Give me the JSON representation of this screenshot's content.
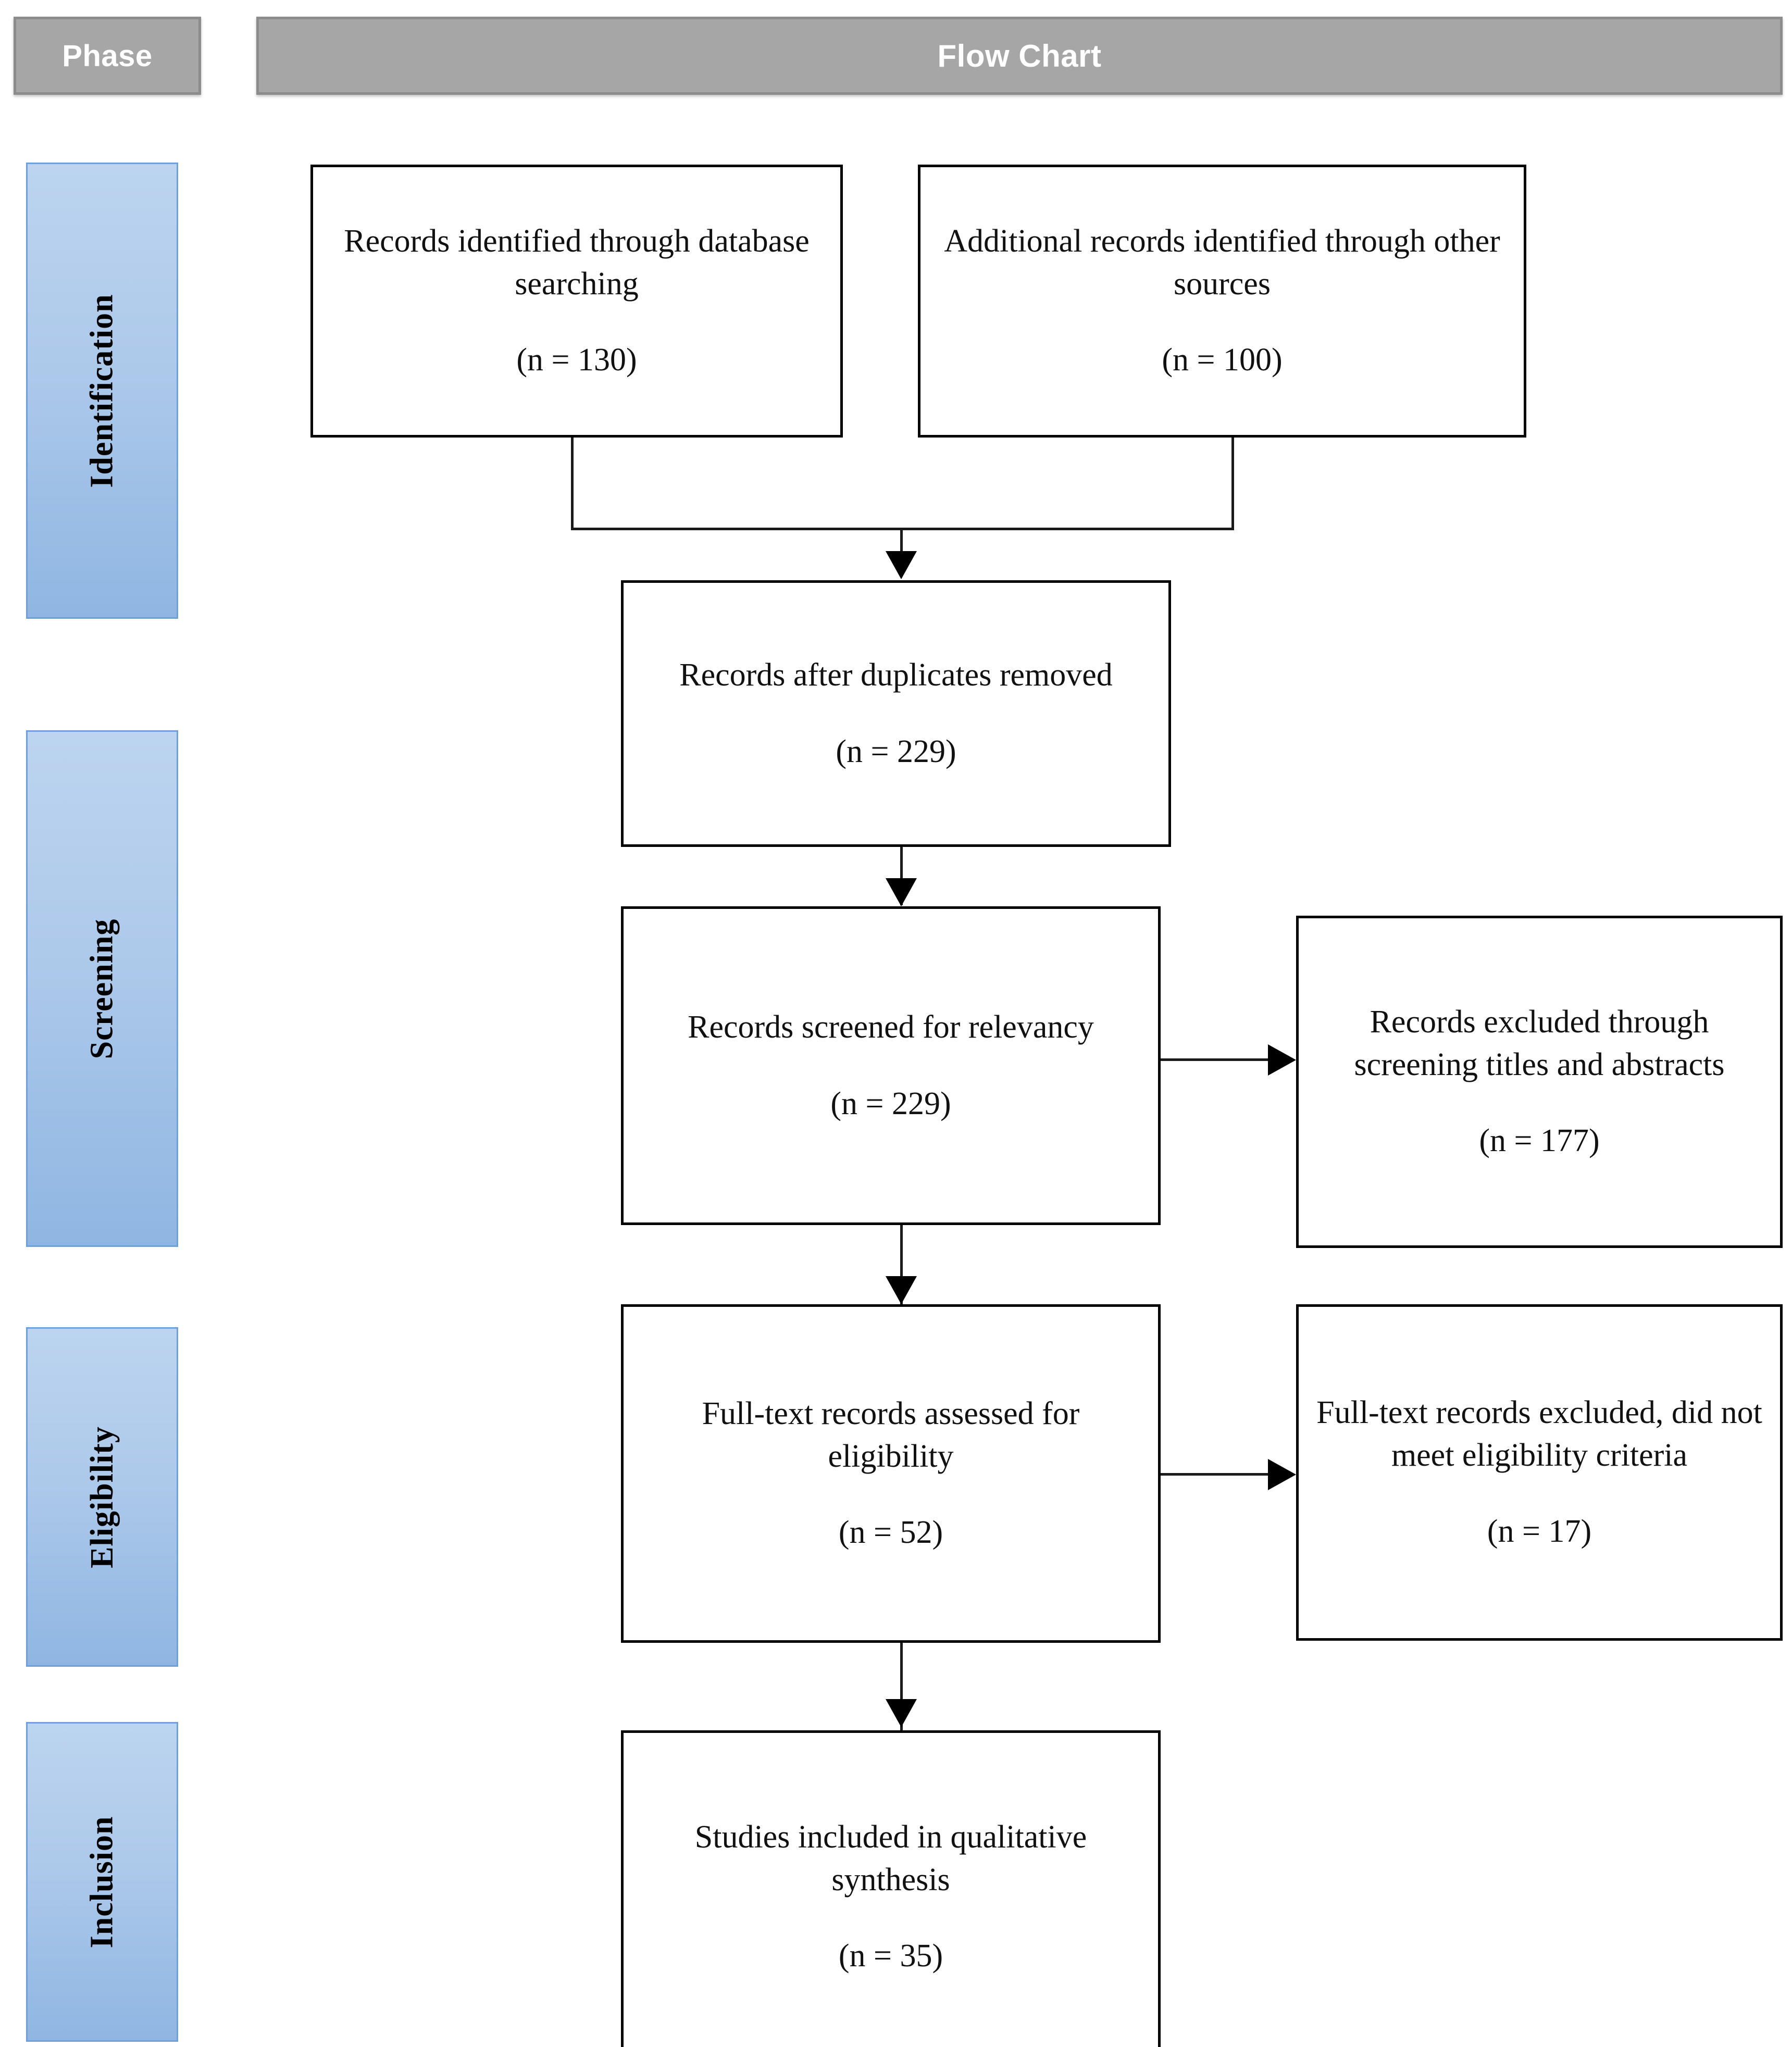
{
  "header": {
    "phase_label": "Phase",
    "flow_label": "Flow Chart"
  },
  "phases": [
    {
      "label": "Identification"
    },
    {
      "label": "Screening"
    },
    {
      "label": "Eligibility"
    },
    {
      "label": "Inclusion"
    }
  ],
  "boxes": {
    "db_search": {
      "title": "Records identified through database searching",
      "count": "(n = 130)"
    },
    "other_sources": {
      "title": "Additional records identified through other sources",
      "count": "(n = 100)"
    },
    "after_dupes": {
      "title": "Records after duplicates removed",
      "count": "(n = 229)"
    },
    "screened": {
      "title": "Records screened for relevancy",
      "count": "(n = 229)"
    },
    "excluded_screen": {
      "title": "Records  excluded through screening titles and abstracts",
      "count": "(n = 177)"
    },
    "fulltext": {
      "title": "Full-text records assessed for eligibility",
      "count": "(n = 52)"
    },
    "excluded_elig": {
      "title": "Full-text records excluded, did not meet eligibility criteria",
      "count": "(n = 17)"
    },
    "included": {
      "title": "Studies included in qualitative synthesis",
      "count": "(n = 35)"
    }
  },
  "chart_data": {
    "type": "diagram",
    "title": "Flow Chart",
    "diagram_kind": "PRISMA systematic review flow diagram",
    "phase_column_header": "Phase",
    "nodes": [
      {
        "id": "db_search",
        "phase": "Identification",
        "label": "Records identified through database searching",
        "n": 130
      },
      {
        "id": "other_sources",
        "phase": "Identification",
        "label": "Additional records identified through other sources",
        "n": 100
      },
      {
        "id": "after_dupes",
        "phase": "Identification",
        "label": "Records after duplicates removed",
        "n": 229
      },
      {
        "id": "screened",
        "phase": "Screening",
        "label": "Records screened for relevancy",
        "n": 229
      },
      {
        "id": "excluded_screen",
        "phase": "Screening",
        "label": "Records  excluded through screening titles and abstracts",
        "n": 177
      },
      {
        "id": "fulltext",
        "phase": "Eligibility",
        "label": "Full-text records assessed for eligibility",
        "n": 52
      },
      {
        "id": "excluded_elig",
        "phase": "Eligibility",
        "label": "Full-text records excluded, did not meet eligibility criteria",
        "n": 17
      },
      {
        "id": "included",
        "phase": "Inclusion",
        "label": "Studies included in qualitative synthesis",
        "n": 35
      }
    ],
    "edges": [
      {
        "from": "db_search",
        "to": "after_dupes",
        "direction": "down"
      },
      {
        "from": "other_sources",
        "to": "after_dupes",
        "direction": "down"
      },
      {
        "from": "after_dupes",
        "to": "screened",
        "direction": "down"
      },
      {
        "from": "screened",
        "to": "excluded_screen",
        "direction": "right"
      },
      {
        "from": "screened",
        "to": "fulltext",
        "direction": "down"
      },
      {
        "from": "fulltext",
        "to": "excluded_elig",
        "direction": "right"
      },
      {
        "from": "fulltext",
        "to": "included",
        "direction": "down"
      }
    ],
    "colors": {
      "header_fill": "#a6a6a6",
      "header_text": "#ffffff",
      "phase_fill_top": "#bcd4ef",
      "phase_fill_bottom": "#8fb6e2",
      "phase_border": "#6fa1d8",
      "box_border": "#000000",
      "box_fill": "#ffffff"
    }
  }
}
